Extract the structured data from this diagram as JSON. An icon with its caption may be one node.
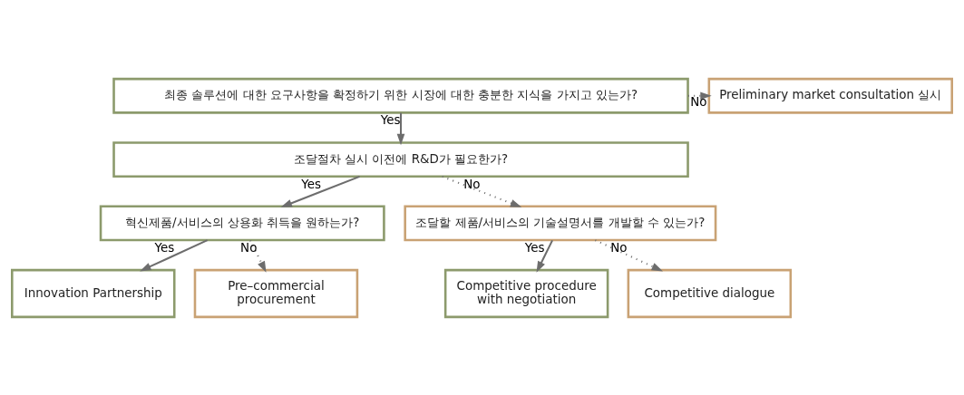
{
  "diagram": {
    "nodes": [
      {
        "text": [
          "최종 솔루션에 대한 요구사항을 확정하기 위한 시장에 대한 충분한 지식을 가지고 있는가?"
        ]
      },
      {
        "text": [
          "Preliminary market consultation 실시"
        ]
      },
      {
        "text": [
          "조달절차 실시 이전에 R&D가 필요한가?"
        ]
      },
      {
        "text": [
          "혁신제품/서비스의 상용화 취득을 원하는가?"
        ]
      },
      {
        "text": [
          "조달할 제품/서비스의 기술설명서를 개발할 수 있는가?"
        ]
      },
      {
        "text": [
          "Innovation Partnership"
        ]
      },
      {
        "text": [
          "Pre–commercial procurement"
        ]
      },
      {
        "text": [
          "Competitive procedure with negotiation"
        ]
      },
      {
        "text": [
          "Competitive dialogue"
        ]
      }
    ],
    "edges": [
      {
        "from": 0,
        "to": 2,
        "arrow": "to",
        "label": "Yes"
      },
      {
        "from": 0,
        "to": 1,
        "arrow": "to",
        "label": "No",
        "style": "dashed"
      },
      {
        "from": 2,
        "to": 3,
        "arrow": "to",
        "label": "Yes"
      },
      {
        "from": 2,
        "to": 4,
        "arrow": "to",
        "label": "No",
        "style": "dashed"
      },
      {
        "from": 3,
        "to": 5,
        "arrow": "to",
        "label": "Yes"
      },
      {
        "from": 3,
        "to": 6,
        "arrow": "to",
        "label": "No",
        "style": "dashed"
      },
      {
        "from": 4,
        "to": 7,
        "arrow": "to",
        "label": "Yes"
      },
      {
        "from": 4,
        "to": 8,
        "arrow": "to",
        "label": "No",
        "style": "dashed"
      }
    ]
  }
}
